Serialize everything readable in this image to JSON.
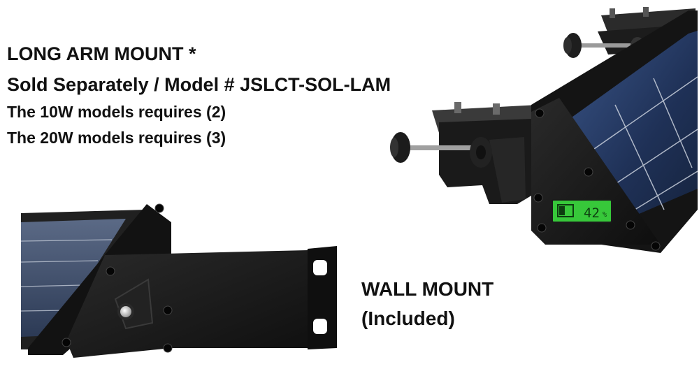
{
  "long_arm": {
    "title": "LONG ARM MOUNT *",
    "subtitle": "Sold Separately / Model # JSLCT-SOL-LAM",
    "note_10w": "The 10W models requires (2)",
    "note_20w": "The 20W models requires (3)"
  },
  "wall_mount": {
    "title": "WALL MOUNT",
    "note": "(Included)"
  },
  "battery_display": {
    "value": "42",
    "unit": "%"
  },
  "colors": {
    "panel_body": "#151515",
    "solar_cell": "#243a63",
    "lcd_green": "#37c83a"
  }
}
